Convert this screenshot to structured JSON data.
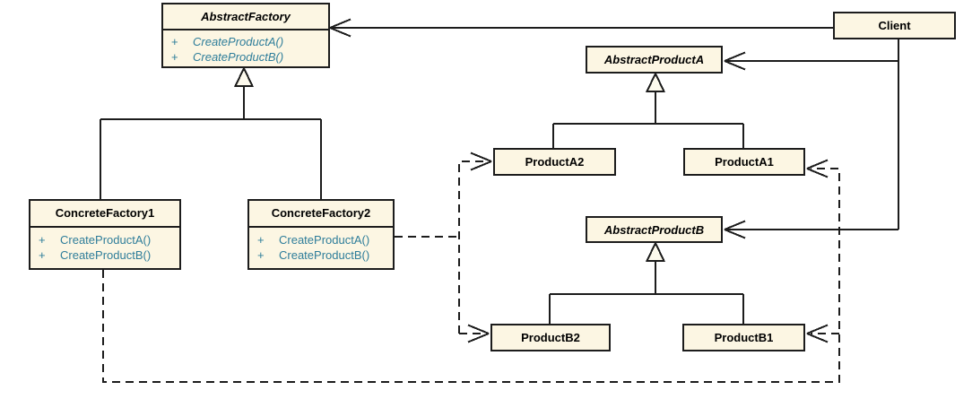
{
  "colors": {
    "canvas_bg": "#ffffff",
    "box_fill": "#fcf6e3",
    "box_border": "#1c1c1c",
    "line": "#1c1c1c",
    "triangle_fill": "#fdfaed",
    "title_text": "#000000",
    "method_text": "#2e7d9a"
  },
  "classes": {
    "abstract_factory": {
      "name": "AbstractFactory",
      "methods": [
        {
          "visibility": "+",
          "signature": "CreateProductA()"
        },
        {
          "visibility": "+",
          "signature": "CreateProductB()"
        }
      ]
    },
    "concrete_factory1": {
      "name": "ConcreteFactory1",
      "methods": [
        {
          "visibility": "+",
          "signature": "CreateProductA()"
        },
        {
          "visibility": "+",
          "signature": "CreateProductB()"
        }
      ]
    },
    "concrete_factory2": {
      "name": "ConcreteFactory2",
      "methods": [
        {
          "visibility": "+",
          "signature": "CreateProductA()"
        },
        {
          "visibility": "+",
          "signature": "CreateProductB()"
        }
      ]
    },
    "client": {
      "name": "Client"
    },
    "abstract_product_a": {
      "name": "AbstractProductA"
    },
    "product_a2": {
      "name": "ProductA2"
    },
    "product_a1": {
      "name": "ProductA1"
    },
    "abstract_product_b": {
      "name": "AbstractProductB"
    },
    "product_b2": {
      "name": "ProductB2"
    },
    "product_b1": {
      "name": "ProductB1"
    }
  },
  "relationships": [
    {
      "type": "association",
      "from": "Client",
      "to": "AbstractFactory"
    },
    {
      "type": "association",
      "from": "Client",
      "to": "AbstractProductA"
    },
    {
      "type": "association",
      "from": "Client",
      "to": "AbstractProductB"
    },
    {
      "type": "generalization",
      "from": "ConcreteFactory1",
      "to": "AbstractFactory"
    },
    {
      "type": "generalization",
      "from": "ConcreteFactory2",
      "to": "AbstractFactory"
    },
    {
      "type": "generalization",
      "from": "ProductA2",
      "to": "AbstractProductA"
    },
    {
      "type": "generalization",
      "from": "ProductA1",
      "to": "AbstractProductA"
    },
    {
      "type": "generalization",
      "from": "ProductB2",
      "to": "AbstractProductB"
    },
    {
      "type": "generalization",
      "from": "ProductB1",
      "to": "AbstractProductB"
    },
    {
      "type": "dependency",
      "from": "ConcreteFactory2",
      "to": "ProductA2"
    },
    {
      "type": "dependency",
      "from": "ConcreteFactory2",
      "to": "ProductB2"
    },
    {
      "type": "dependency",
      "from": "ConcreteFactory1",
      "to": "ProductA1"
    },
    {
      "type": "dependency",
      "from": "ConcreteFactory1",
      "to": "ProductB1"
    }
  ]
}
